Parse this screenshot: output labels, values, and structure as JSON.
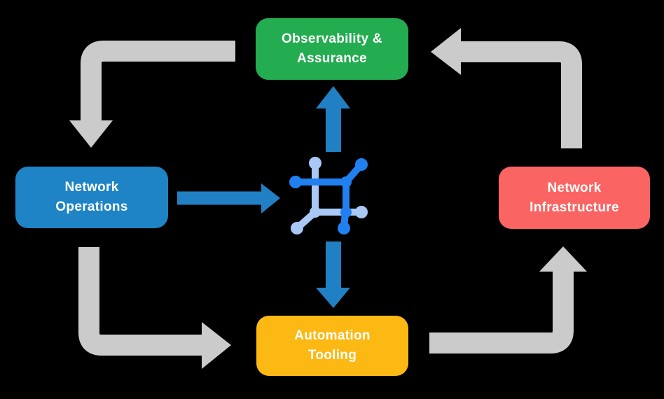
{
  "diagram": {
    "title": "Network operations lifecycle diagram",
    "background": "#000000"
  },
  "boxes": {
    "observability": {
      "label": "Observability &\nAssurance",
      "color": "#23AC50"
    },
    "operations": {
      "label": "Network\nOperations",
      "color": "#1E84C5"
    },
    "infrastructure": {
      "label": "Network\nInfrastructure",
      "color": "#FA6462"
    },
    "automation": {
      "label": "Automation\nTooling",
      "color": "#FCB813"
    }
  },
  "arrows": {
    "gray": "#CBCBCB",
    "blue": "#2180C3",
    "flow": [
      {
        "name": "observability-to-operations",
        "from": "Observability & Assurance",
        "to": "Network Operations"
      },
      {
        "name": "operations-to-automation",
        "from": "Network Operations",
        "to": "Automation Tooling"
      },
      {
        "name": "automation-to-infrastructure",
        "from": "Automation Tooling",
        "to": "Network Infrastructure"
      },
      {
        "name": "infrastructure-to-observability",
        "from": "Network Infrastructure",
        "to": "Observability & Assurance"
      },
      {
        "name": "operations-to-center",
        "from": "Network Operations",
        "to": "center-network-icon"
      },
      {
        "name": "center-to-observability",
        "from": "center-network-icon",
        "to": "Observability & Assurance"
      },
      {
        "name": "center-to-automation",
        "from": "center-network-icon",
        "to": "Automation Tooling"
      }
    ]
  },
  "center_icon": {
    "name": "network-mesh-icon",
    "dark_color": "#2180F0",
    "light_color": "#A9C8F6"
  }
}
